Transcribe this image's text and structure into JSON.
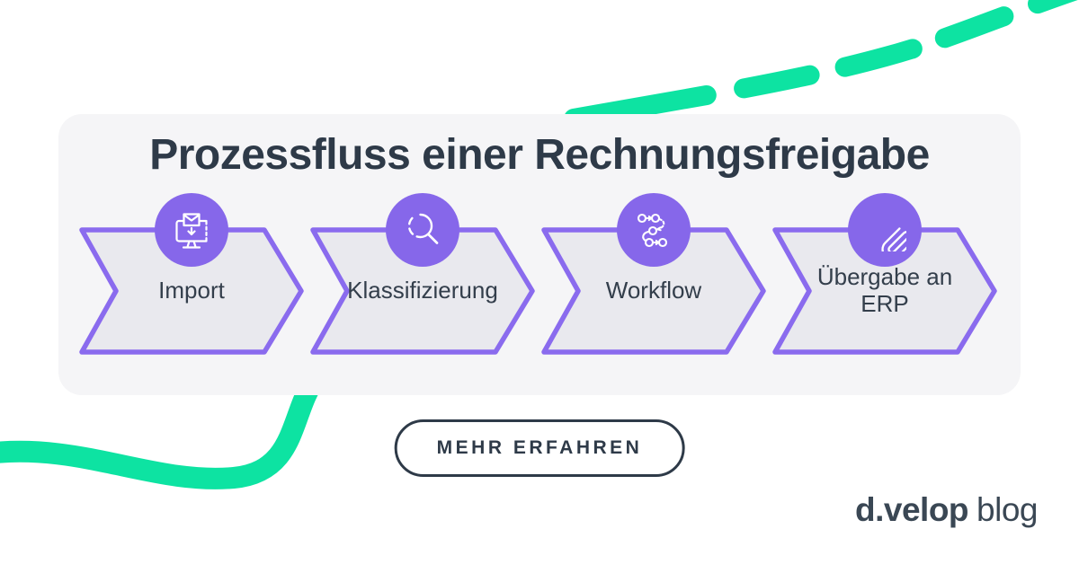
{
  "title": "Prozessfluss einer Rechnungsfreigabe",
  "steps": [
    {
      "label": "Import",
      "icon": "mail-import-icon"
    },
    {
      "label": "Klassifizierung",
      "icon": "magnifier-icon"
    },
    {
      "label": "Workflow",
      "icon": "workflow-icon"
    },
    {
      "label": "Übergabe an ERP",
      "icon": "paperclip-icon"
    }
  ],
  "cta": {
    "label": "MEHR ERFAHREN"
  },
  "logo": {
    "brand": "d.velop",
    "suffix": "blog"
  },
  "colors": {
    "accent_green": "#0de3a2",
    "purple_stroke": "#8a6bee",
    "purple_circle": "#8667ea",
    "chevron_fill": "#e9e9ee",
    "card_bg": "#f5f5f7",
    "text_dark": "#2e3a48"
  }
}
